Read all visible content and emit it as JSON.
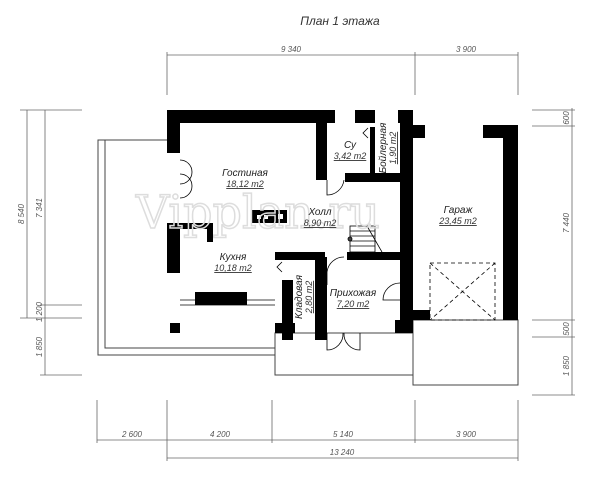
{
  "title": "План 1 этажа",
  "watermark": "Vipplan.ru",
  "rooms": [
    {
      "name": "Гостиная",
      "area": "18,12 m2"
    },
    {
      "name": "Холл",
      "area": "8,90 m2"
    },
    {
      "name": "Кухня",
      "area": "10,18 m2"
    },
    {
      "name": "Су",
      "area": "3,42 m2"
    },
    {
      "name": "Бойлерная",
      "area": "1,90 m2"
    },
    {
      "name": "Гараж",
      "area": "23,45 m2"
    },
    {
      "name": "Кладовая",
      "area": "2,80 m2"
    },
    {
      "name": "Прихожая",
      "area": "7,20 m2"
    }
  ],
  "dimensions": {
    "top": [
      "9 340",
      "3 900"
    ],
    "bottom": [
      "2 600",
      "4 200",
      "5 140",
      "3 900"
    ],
    "bottom_total": "13 240",
    "left_outer": "8 540",
    "left_inner": [
      "7 341",
      "1 200",
      "1 850"
    ],
    "right": [
      "600",
      "7 440",
      "500",
      "1 850"
    ]
  }
}
